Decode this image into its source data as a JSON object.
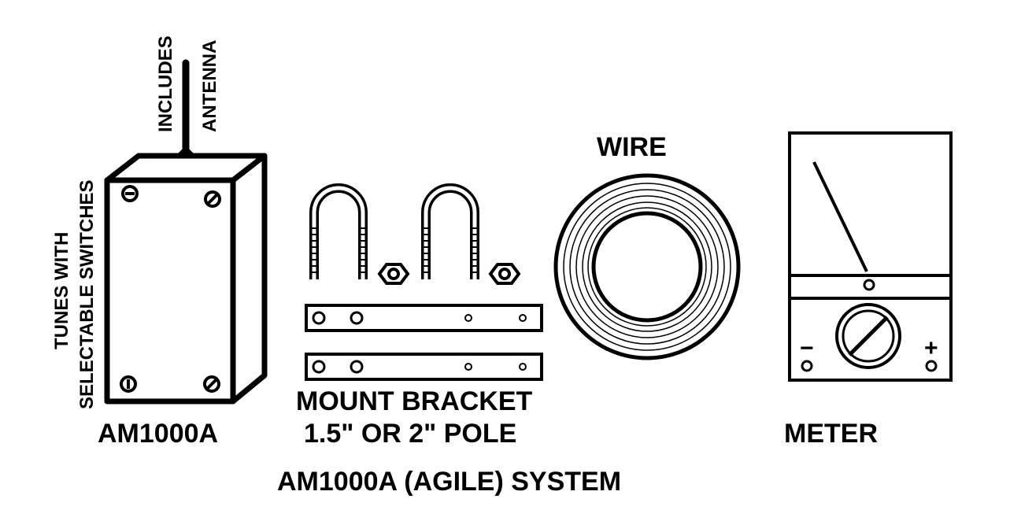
{
  "labels": {
    "includes": "INCLUDES",
    "antenna": "ANTENNA",
    "tunes_line1": "TUNES WITH",
    "tunes_line2": "SELECTABLE SWITCHES",
    "receiver_model": "AM1000A",
    "wire": "WIRE",
    "mount_bracket": "MOUNT BRACKET",
    "pole_size": "1.5\" OR 2\" POLE",
    "meter": "METER",
    "system_title": "AM1000A (AGILE) SYSTEM",
    "meter_minus": "−",
    "meter_plus": "+"
  },
  "colors": {
    "ink": "#000000",
    "paper": "#ffffff"
  }
}
